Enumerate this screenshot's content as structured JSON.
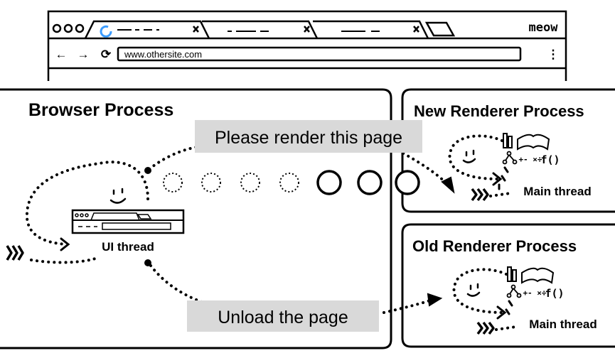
{
  "browser": {
    "brand": "meow",
    "url": "www.othersite.com",
    "nav_back_glyph": "←",
    "nav_forward_glyph": "→",
    "reload_glyph": "⟳",
    "menu_glyph": "⋮"
  },
  "processes": {
    "browser": {
      "title": "Browser Process",
      "thread": "UI thread"
    },
    "new_renderer": {
      "title": "New Renderer Process",
      "thread": "Main thread"
    },
    "old_renderer": {
      "title": "Old Renderer Process",
      "thread": "Main thread"
    }
  },
  "messages": {
    "render": "Please render this page",
    "unload": "Unload the page"
  },
  "icons": {
    "function_symbol": "f()",
    "math_symbols": "+- ×÷"
  },
  "colors": {
    "ink": "#000000",
    "label_bg": "#d9d9d9",
    "loading_spinner": "#3b9cff"
  }
}
